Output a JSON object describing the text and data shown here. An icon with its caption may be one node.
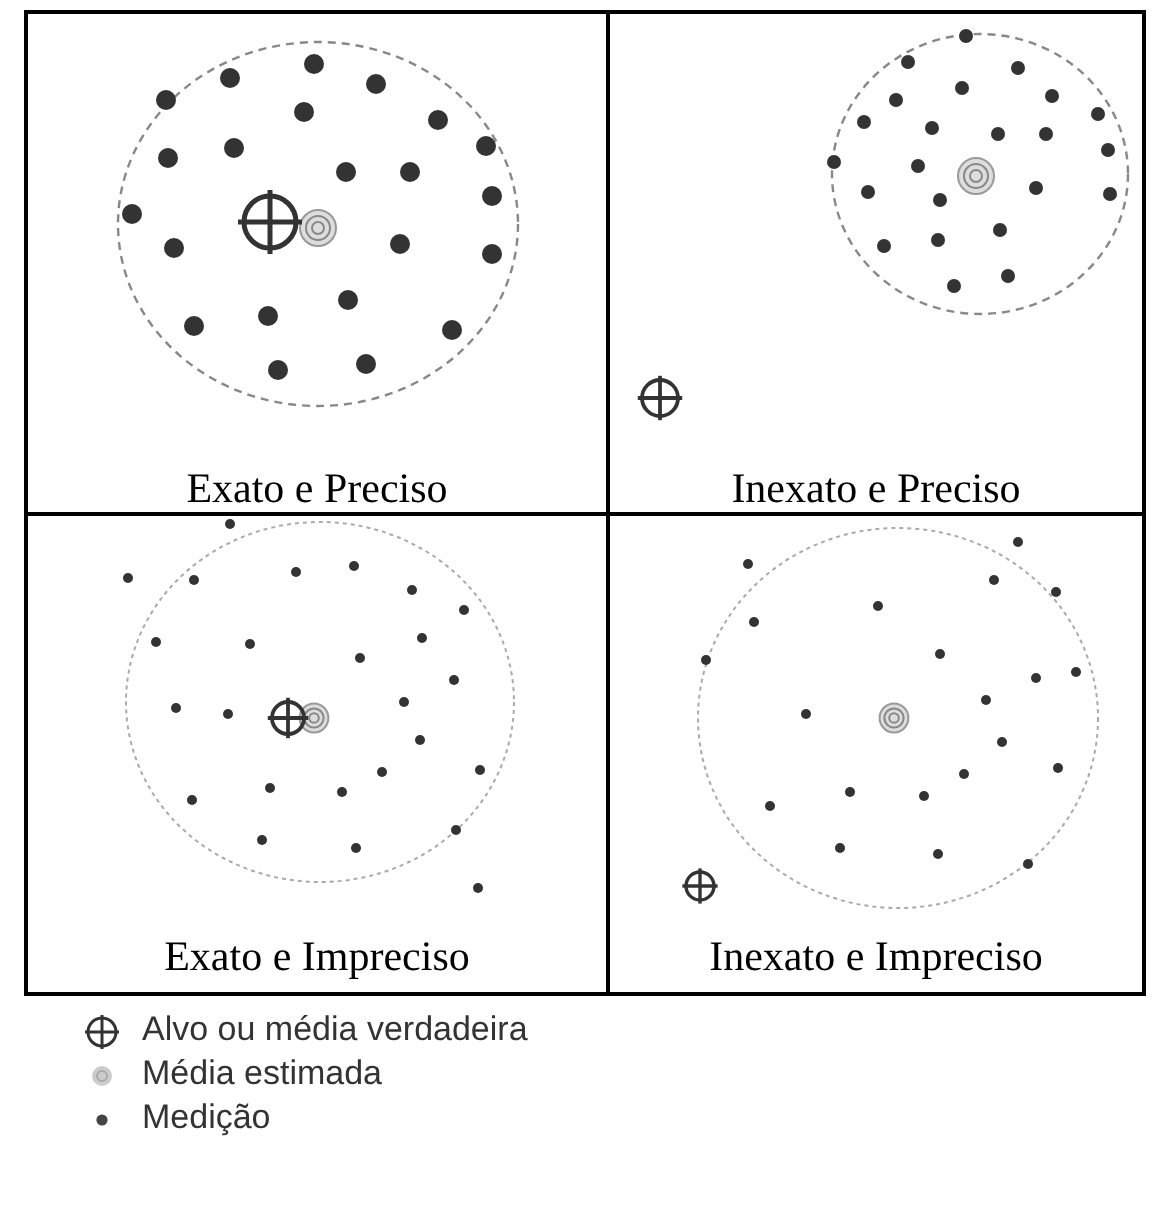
{
  "diagram": {
    "nodes": [
      {
        "text": [
          "Exato e Preciso"
        ]
      },
      {
        "text": [
          "Inexato e Preciso"
        ]
      },
      {
        "text": [
          "Exato e Impreciso"
        ]
      },
      {
        "text": [
          "Inexato e Impreciso"
        ]
      }
    ],
    "legend": [
      {
        "text": "Alvo ou média verdadeira"
      },
      {
        "text": "Média estimada"
      },
      {
        "text": "Medição"
      }
    ]
  }
}
